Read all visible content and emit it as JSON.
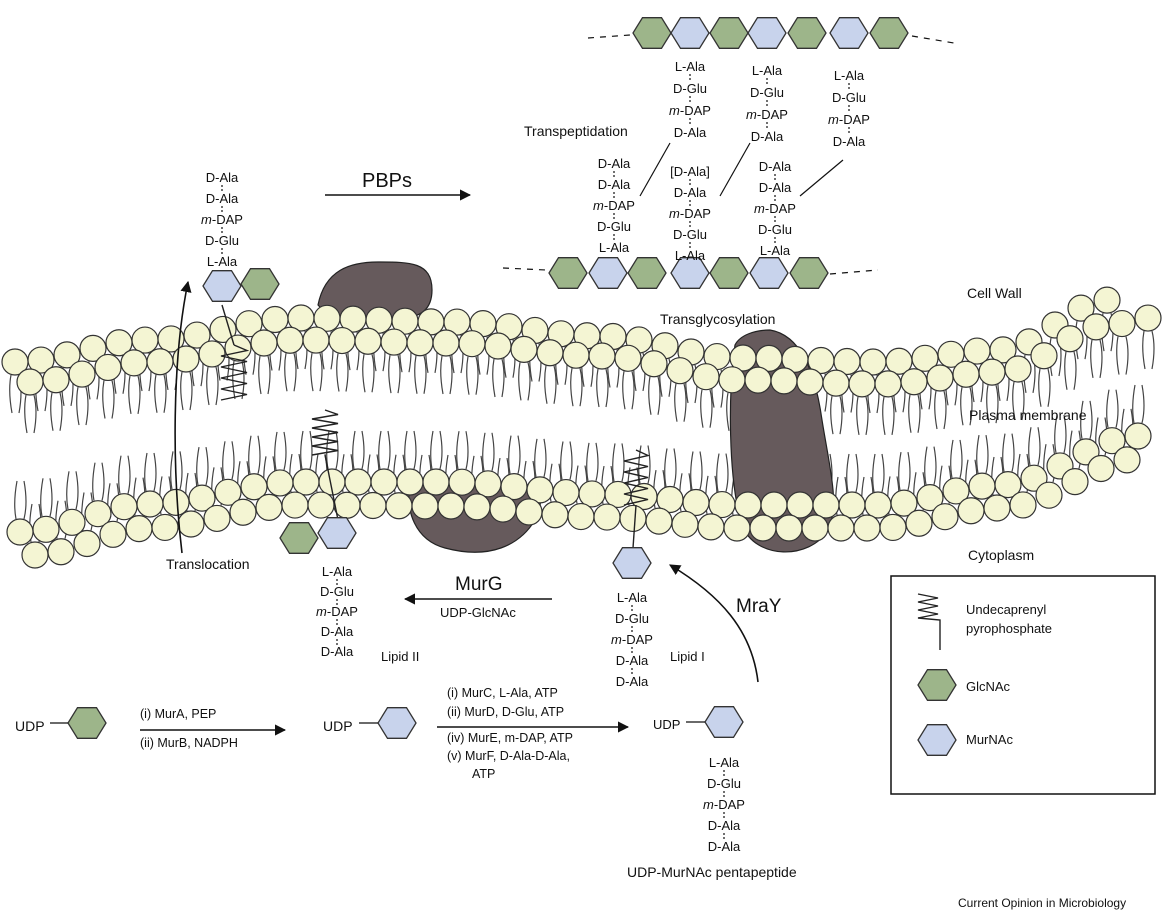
{
  "labels": {
    "pbps": "PBPs",
    "transpeptidation": "Transpeptidation",
    "transglycosylation": "Transglycosylation",
    "cell_wall": "Cell Wall",
    "plasma_membrane": "Plasma membrane",
    "cytoplasm": "Cytoplasm",
    "translocation": "Translocation",
    "murg": "MurG",
    "udp_glcnac": "UDP-GlcNAc",
    "lipid_ii": "Lipid II",
    "mray": "MraY",
    "lipid_i": "Lipid I",
    "udp": "UDP",
    "udp_murnac_pentapeptide": "UDP-MurNAc pentapeptide",
    "credit": "Current Opinion in Microbiology"
  },
  "reactions_1": [
    "(i)  MurA, PEP",
    "(ii) MurB, NADPH"
  ],
  "reactions_2": [
    "(i)   MurC, L-Ala, ATP",
    "(ii)  MurD, D-Glu, ATP",
    "(iv) MurE, m-DAP, ATP",
    "(v)  MurF, D-Ala-D-Ala,",
    "ATP"
  ],
  "peptide_down": [
    "L-Ala",
    "D-Glu",
    "m-DAP",
    "D-Ala",
    "D-Ala"
  ],
  "peptide_up": [
    "D-Ala",
    "D-Ala",
    "m-DAP",
    "D-Glu",
    "L-Ala"
  ],
  "peptide_top": [
    "L-Ala",
    "D-Glu",
    "m-DAP",
    "D-Ala"
  ],
  "peptide_bracket": [
    "[D-Ala]",
    "D-Ala",
    "m-DAP",
    "D-Glu",
    "L-Ala"
  ],
  "legend": {
    "undecaprenyl": [
      "Undecaprenyl",
      "pyrophosphate"
    ],
    "glcnac": "GlcNAc",
    "murnac": "MurNAc"
  },
  "colors": {
    "glcnac": "#9db58a",
    "murnac": "#c8d3ec",
    "lipid_head": "#f4f5d3",
    "protein": "#665a5c"
  }
}
